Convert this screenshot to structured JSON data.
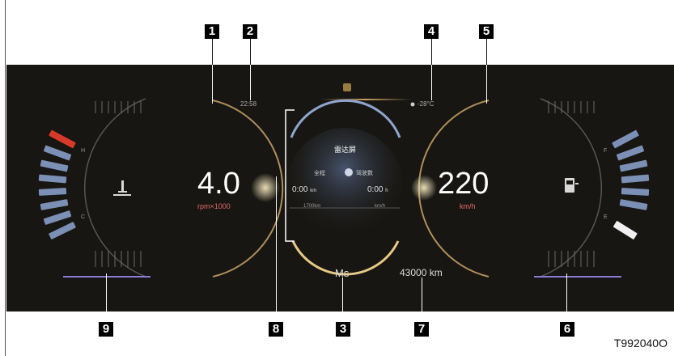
{
  "callouts": [
    "1",
    "2",
    "3",
    "4",
    "5",
    "6",
    "7",
    "8",
    "9"
  ],
  "tachometer": {
    "value": "4.0",
    "unit": "rpm×1000"
  },
  "clock": "22:58",
  "temperature": "-28°C",
  "speedometer": {
    "value": "220",
    "unit": "km/h"
  },
  "gear": "Ms",
  "odometer": "43000 km",
  "center": {
    "title": "雷达屏",
    "mode_left": "全程",
    "mode_right": "驾驶数",
    "trip_left": "0:00",
    "trip_left_unit": "km",
    "trip_right": "0:00",
    "trip_right_unit": "h",
    "sub_left": "1700km",
    "sub_right": "km/h"
  },
  "gauge_left": {
    "high_mark": "H",
    "low_mark": "C"
  },
  "gauge_right": {
    "high_mark": "F",
    "low_mark": "E"
  },
  "figure_ref": "T992040O",
  "colors": {
    "accent_gold": "#d9b068",
    "warning_red": "#d83a2a",
    "segment_blue": "#7c8fb5",
    "segment_white": "#f0f0f0"
  }
}
